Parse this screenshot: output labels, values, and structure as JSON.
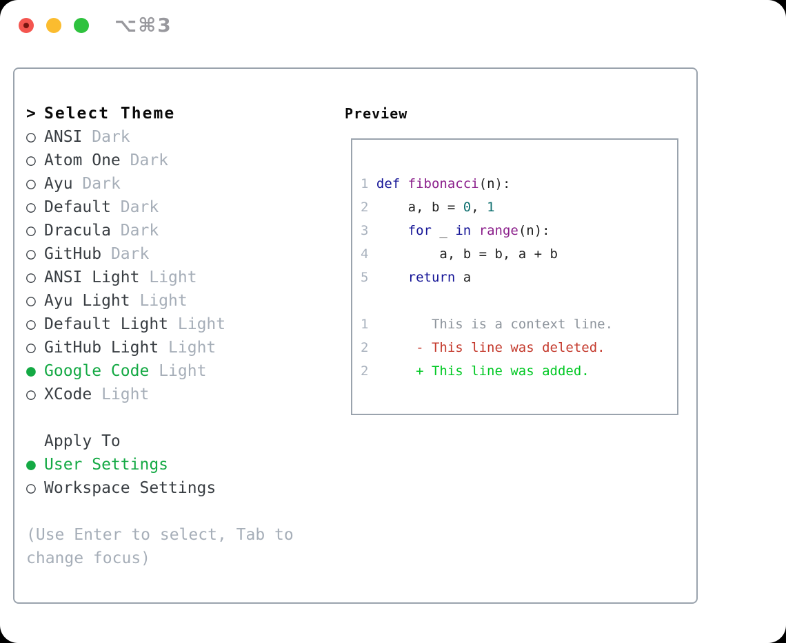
{
  "window": {
    "title": "⌥⌘3"
  },
  "traffic_lights": [
    {
      "name": "close",
      "color": "#f4554f",
      "has_inner_dot": true
    },
    {
      "name": "minimize",
      "color": "#fbbc2f",
      "has_inner_dot": false
    },
    {
      "name": "zoom",
      "color": "#2ec23e",
      "has_inner_dot": false
    }
  ],
  "theme_list": {
    "header": "Select Theme",
    "header_prefix": ">",
    "items": [
      {
        "name": "ANSI",
        "tag": "Dark",
        "selected": false
      },
      {
        "name": "Atom One",
        "tag": "Dark",
        "selected": false
      },
      {
        "name": "Ayu",
        "tag": "Dark",
        "selected": false
      },
      {
        "name": "Default",
        "tag": "Dark",
        "selected": false
      },
      {
        "name": "Dracula",
        "tag": "Dark",
        "selected": false
      },
      {
        "name": "GitHub",
        "tag": "Dark",
        "selected": false
      },
      {
        "name": "ANSI Light",
        "tag": "Light",
        "selected": false
      },
      {
        "name": "Ayu Light",
        "tag": "Light",
        "selected": false
      },
      {
        "name": "Default Light",
        "tag": "Light",
        "selected": false
      },
      {
        "name": "GitHub Light",
        "tag": "Light",
        "selected": false
      },
      {
        "name": "Google Code",
        "tag": "Light",
        "selected": true
      },
      {
        "name": "XCode",
        "tag": "Light",
        "selected": false
      }
    ]
  },
  "apply_to": {
    "header": "Apply To",
    "options": [
      {
        "label": "User Settings",
        "selected": true
      },
      {
        "label": "Workspace Settings",
        "selected": false
      }
    ]
  },
  "help_text": "(Use Enter to select, Tab to change focus)",
  "preview": {
    "label": "Preview",
    "code_lines": [
      {
        "num": "1",
        "tokens": [
          {
            "t": "def",
            "c": "kwd"
          },
          {
            "t": " "
          },
          {
            "t": "fibonacci",
            "c": "typ"
          },
          {
            "t": "(n):"
          }
        ]
      },
      {
        "num": "2",
        "tokens": [
          {
            "t": "    a, b = "
          },
          {
            "t": "0",
            "c": "lit"
          },
          {
            "t": ", "
          },
          {
            "t": "1",
            "c": "lit"
          }
        ]
      },
      {
        "num": "3",
        "tokens": [
          {
            "t": "    "
          },
          {
            "t": "for",
            "c": "kwd"
          },
          {
            "t": " _ "
          },
          {
            "t": "in",
            "c": "kwd"
          },
          {
            "t": " "
          },
          {
            "t": "range",
            "c": "typ"
          },
          {
            "t": "(n):"
          }
        ]
      },
      {
        "num": "4",
        "tokens": [
          {
            "t": "        a, b = b, a + b"
          }
        ]
      },
      {
        "num": "5",
        "tokens": [
          {
            "t": "    "
          },
          {
            "t": "return",
            "c": "kwd"
          },
          {
            "t": " a"
          }
        ]
      }
    ],
    "diff_lines": [
      {
        "num": "1",
        "sign": " ",
        "text": "This is a context line.",
        "kind": "context"
      },
      {
        "num": "2",
        "sign": "-",
        "text": "This line was deleted.",
        "kind": "deleted"
      },
      {
        "num": "2",
        "sign": "+",
        "text": "This line was added.",
        "kind": "added"
      }
    ]
  },
  "colors": {
    "panel_border": "#9aa3ad",
    "selected_green": "#14a944",
    "added_green": "#00c823",
    "deleted_red": "#c43a2d",
    "context_gray": "#8d949c",
    "muted_gray": "#a6aeb8",
    "line_number_gray": "#a9b2be",
    "item_text": "#383d42",
    "code_plain": "#1f1f1f",
    "keyword_blue": "#141496",
    "type_purple": "#8b1f8b",
    "literal_teal": "#0e6f6f",
    "title_gray": "#98989d",
    "traffic_red": "#f4554f",
    "traffic_red_dot": "#77150f",
    "traffic_yellow": "#fbbc2f",
    "traffic_green": "#2ec23e"
  }
}
